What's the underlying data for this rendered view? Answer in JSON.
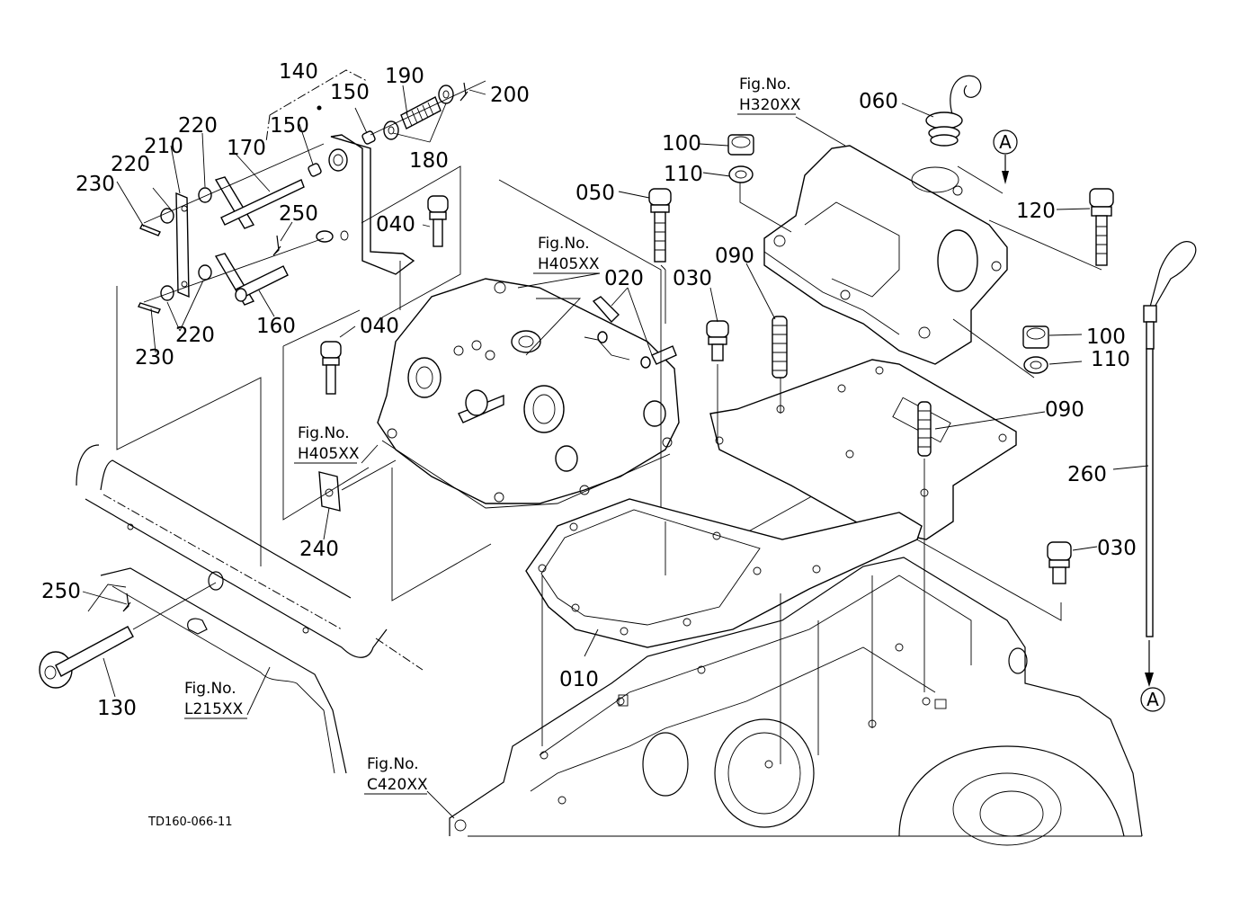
{
  "diagram": {
    "drawing_code": "TD160-066-11",
    "part_labels": {
      "p010": "010",
      "p020": "020",
      "p030a": "030",
      "p030b": "030",
      "p040a": "040",
      "p040b": "040",
      "p050": "050",
      "p060": "060",
      "p090a": "090",
      "p090b": "090",
      "p100a": "100",
      "p100b": "100",
      "p110a": "110",
      "p110b": "110",
      "p120": "120",
      "p130": "130",
      "p140": "140",
      "p150a": "150",
      "p150b": "150",
      "p160": "160",
      "p170": "170",
      "p180": "180",
      "p190": "190",
      "p200": "200",
      "p210": "210",
      "p220a": "220",
      "p220b": "220",
      "p220c": "220",
      "p230a": "230",
      "p230b": "230",
      "p240": "240",
      "p250a": "250",
      "p250b": "250",
      "p260": "260"
    },
    "fig_refs": {
      "prefix": "Fig.No.",
      "h320": "H320XX",
      "h405a": "H405XX",
      "h405b": "H405XX",
      "l215": "L215XX",
      "c420": "C420XX"
    },
    "connector_marker": "A"
  }
}
